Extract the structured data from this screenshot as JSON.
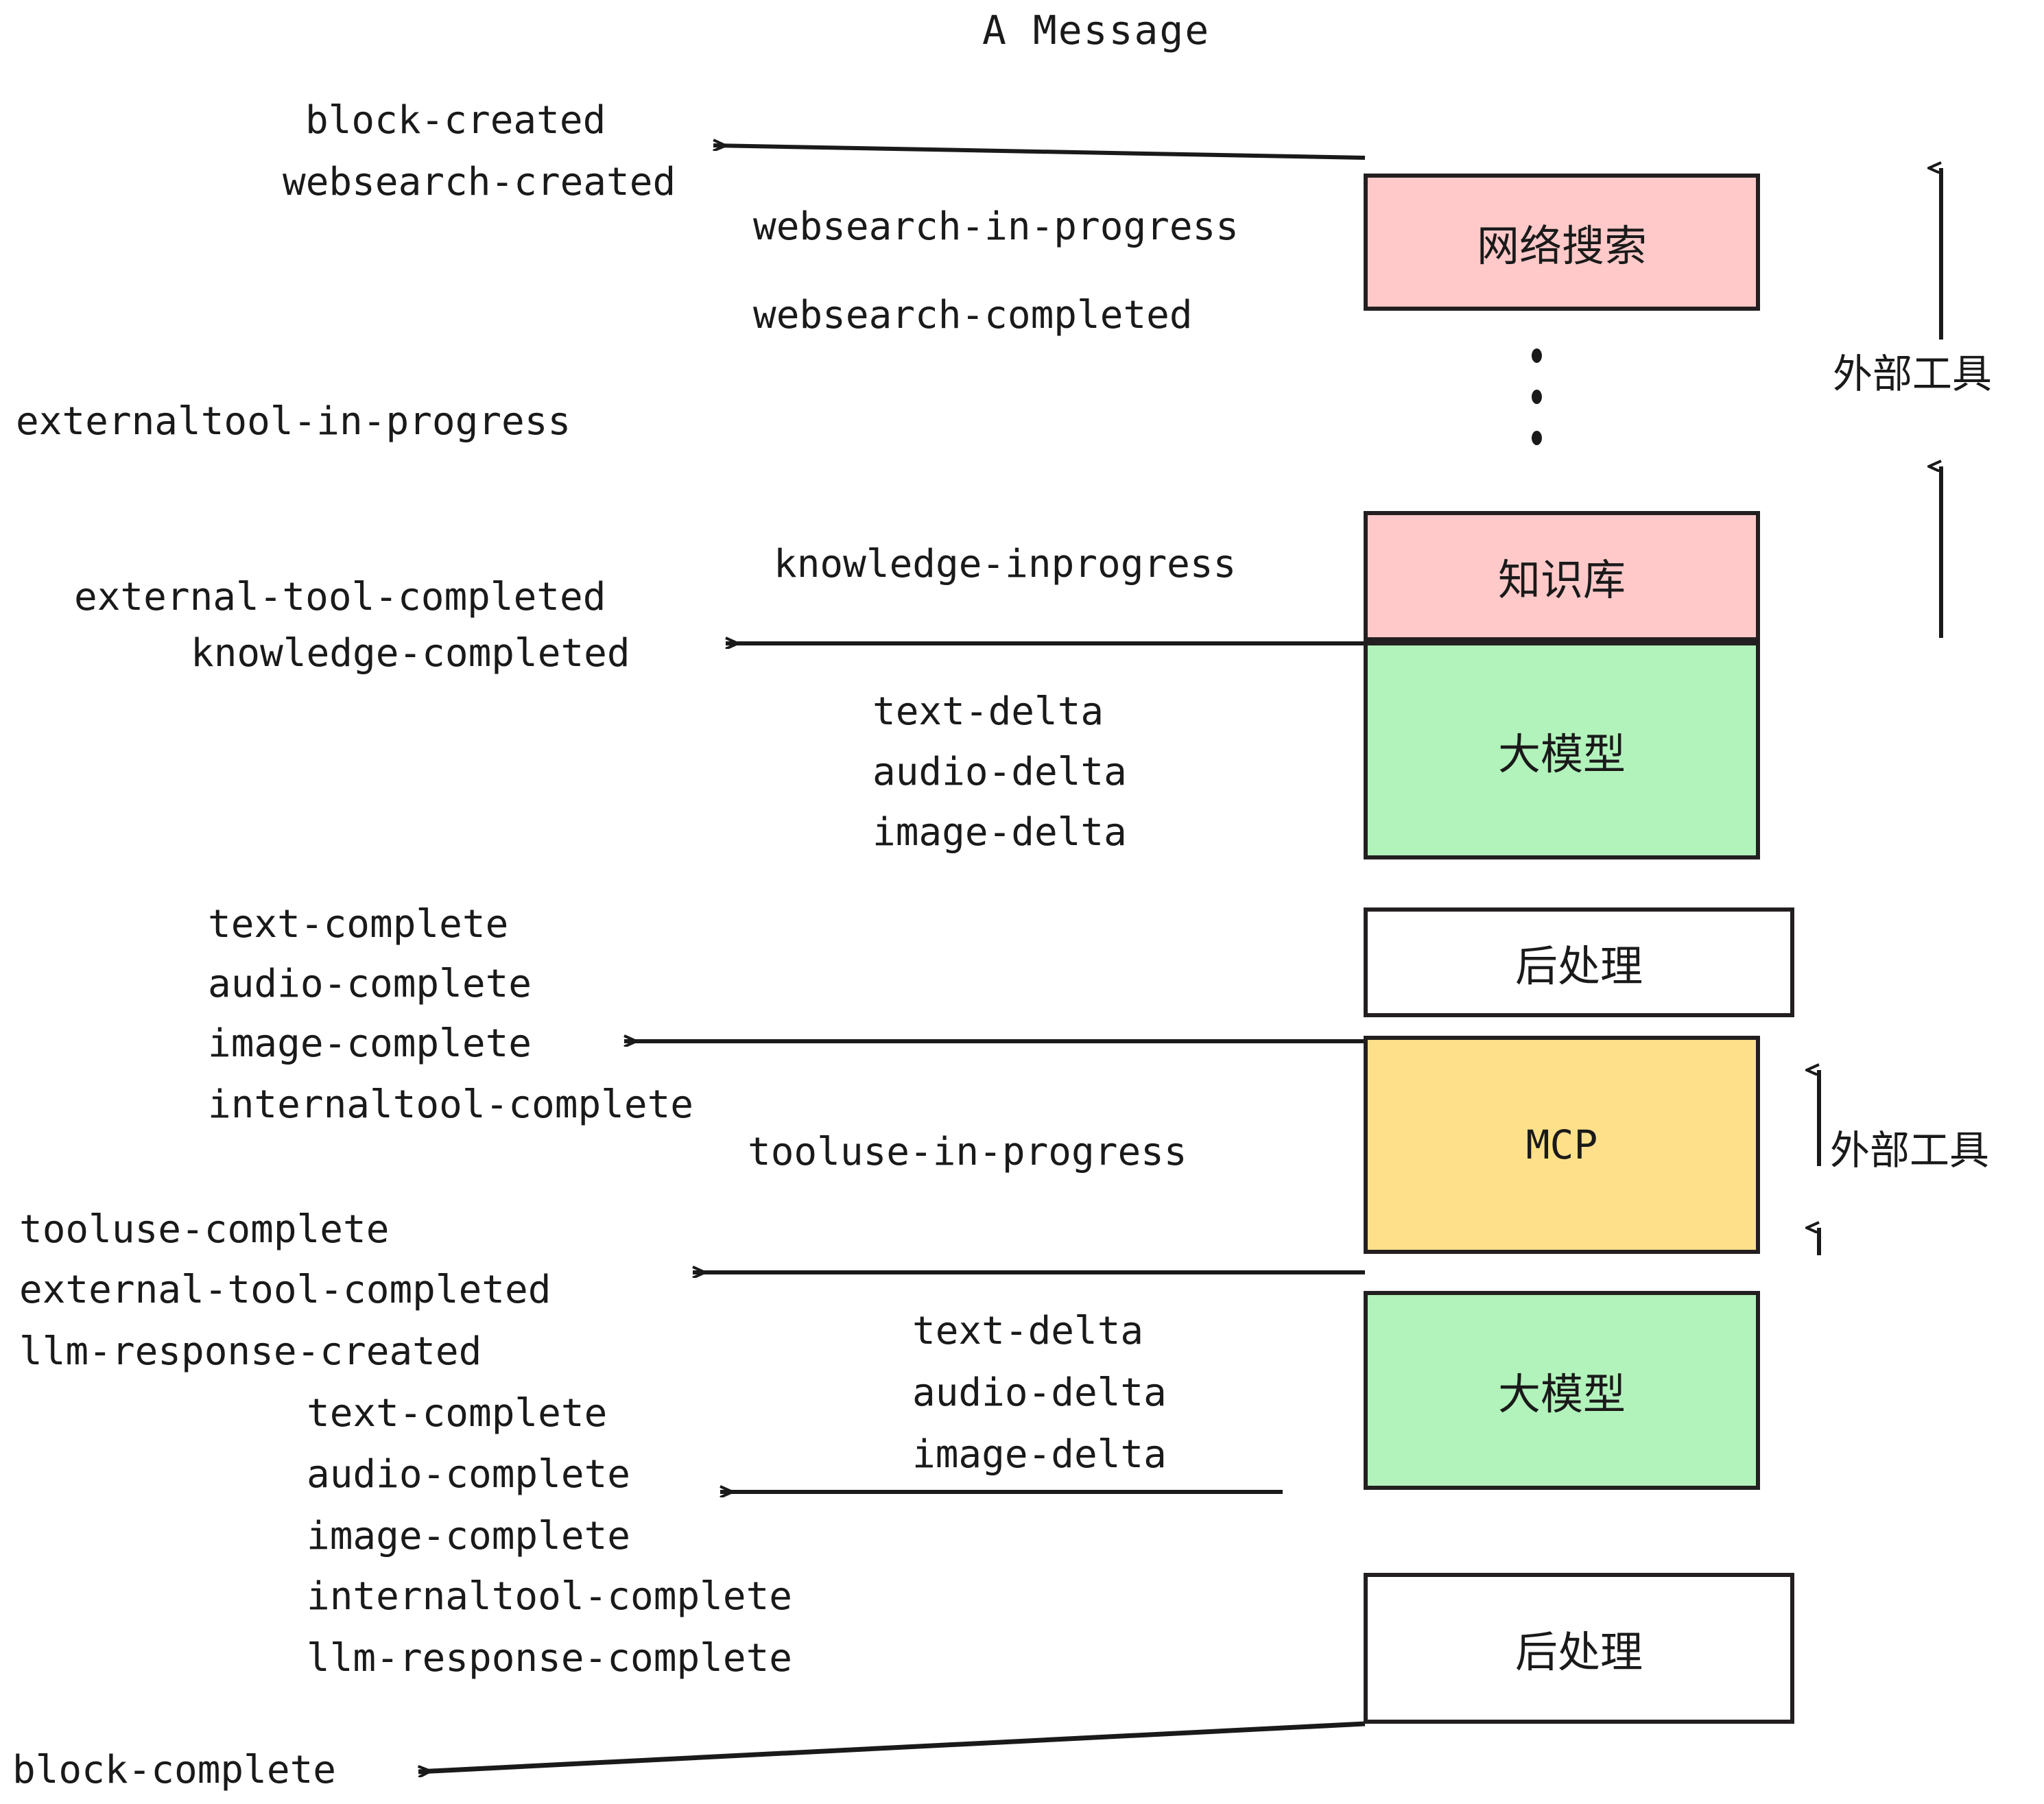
{
  "title": "A Message",
  "boxes": [
    {
      "label": "网络搜索",
      "color": "#ffc9c9",
      "mono": false
    },
    {
      "label": "知识库",
      "color": "#ffc9c9",
      "mono": false
    },
    {
      "label": "大模型",
      "color": "#b2f2bb",
      "mono": false
    },
    {
      "label": "后处理",
      "color": "#ffffff",
      "mono": false
    },
    {
      "label": "MCP",
      "color": "#ffe08a",
      "mono": true
    },
    {
      "label": "大模型",
      "color": "#b2f2bb",
      "mono": false
    },
    {
      "label": "后处理",
      "color": "#ffffff",
      "mono": false
    }
  ],
  "side_labels": [
    {
      "text": "外部工具"
    },
    {
      "text": "外部工具"
    }
  ],
  "events": [
    {
      "text": "block-created"
    },
    {
      "text": "websearch-created"
    },
    {
      "text": "websearch-in-progress"
    },
    {
      "text": "websearch-completed"
    },
    {
      "text": "externaltool-in-progress"
    },
    {
      "text": "knowledge-inprogress"
    },
    {
      "text": "external-tool-completed"
    },
    {
      "text": "knowledge-completed"
    },
    {
      "text": "text-delta"
    },
    {
      "text": "audio-delta"
    },
    {
      "text": "image-delta"
    },
    {
      "text": "text-complete"
    },
    {
      "text": "audio-complete"
    },
    {
      "text": "image-complete"
    },
    {
      "text": "internaltool-complete"
    },
    {
      "text": "tooluse-in-progress"
    },
    {
      "text": "tooluse-complete"
    },
    {
      "text": "external-tool-completed"
    },
    {
      "text": "llm-response-created"
    },
    {
      "text": "text-complete"
    },
    {
      "text": "audio-complete"
    },
    {
      "text": "image-complete"
    },
    {
      "text": "internaltool-complete"
    },
    {
      "text": "llm-response-complete"
    },
    {
      "text": "text-delta"
    },
    {
      "text": "audio-delta"
    },
    {
      "text": "image-delta"
    },
    {
      "text": "block-complete"
    }
  ],
  "colors": {
    "pink": "#ffc9c9",
    "green": "#b2f2bb",
    "yellow": "#ffe08a",
    "white": "#ffffff",
    "stroke": "#231f20",
    "text": "#1a1a1a"
  }
}
